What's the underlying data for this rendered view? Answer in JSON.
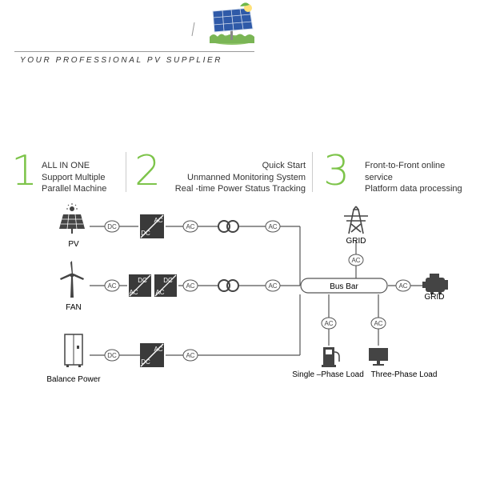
{
  "header": {
    "tagline": "YOUR PROFESSIONAL PV SUPPLIER"
  },
  "features": [
    {
      "number": "1",
      "lines": [
        "ALL IN ONE",
        "Support Multiple",
        "Parallel Machine"
      ]
    },
    {
      "number": "2",
      "lines": [
        "Quick Start",
        "Unmanned Monitoring System",
        "Real -time Power  Status Tracking"
      ]
    },
    {
      "number": "3",
      "lines": [
        "Front-to-Front online",
        "service",
        "Platform data processing"
      ]
    }
  ],
  "diagram": {
    "sources": {
      "pv": "PV",
      "fan": "FAN",
      "balance": "Balance Power"
    },
    "bus_bar": "Bus Bar",
    "grid_top": "GRID",
    "grid_right": "GRID",
    "single_load": "Single –Phase Load",
    "three_load": "Three-Phase Load",
    "tags": {
      "ac": "AC",
      "dc": "DC"
    }
  },
  "colors": {
    "accent": "#7dc44a",
    "line": "#555555",
    "dark": "#3a3a3a"
  },
  "icons": [
    "solar-panel-logo-icon",
    "solar-panel-icon",
    "wind-turbine-icon",
    "battery-cabinet-icon",
    "transmission-tower-icon",
    "generator-icon",
    "charger-icon",
    "monitor-icon",
    "transformer-icon",
    "converter-icon"
  ]
}
